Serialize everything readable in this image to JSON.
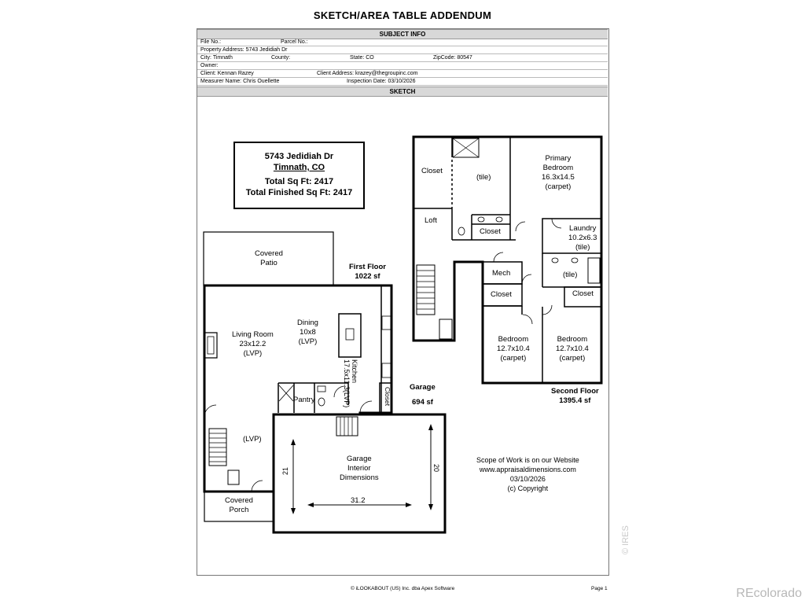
{
  "title": "SKETCH/AREA TABLE ADDENDUM",
  "subject_info": {
    "header": "SUBJECT INFO",
    "file_no_label": "File No.:",
    "parcel_no_label": "Parcel No.:",
    "property_address": "Property Address: 5743 Jedidiah Dr",
    "city": "City: Timnath",
    "county": "County:",
    "state": "State: CO",
    "zipcode": "ZipCode: 80547",
    "owner": "Owner:",
    "client": "Client: Kennan Razey",
    "client_address": "Client Address: krazey@thegroupinc.com",
    "measurer": "Measurer Name: Chris Ouellette",
    "inspection_date": "Inspection Date: 03/10/2026"
  },
  "sketch": {
    "header": "SKETCH",
    "address_box": {
      "line1": "5743 Jedidiah Dr",
      "line2": "Timnath, CO",
      "total": "Total Sq Ft: 2417",
      "finished": "Total Finished Sq Ft: 2417"
    },
    "first_floor": {
      "title": "First Floor",
      "area": "1022 sf",
      "covered_patio": [
        "Covered",
        "Patio"
      ],
      "living_room": [
        "Living Room",
        "23x12.2",
        "(LVP)"
      ],
      "dining": [
        "Dining",
        "10x8",
        "(LVP)"
      ],
      "kitchen": "Kitchen",
      "kitchen_dim": "17.5x11.3(LVP)",
      "pantry": "Pantry",
      "closet": "Closet",
      "lvp": "(LVP)",
      "covered_porch": [
        "Covered",
        "Porch"
      ]
    },
    "garage": {
      "title": "Garage",
      "area": "694 sf",
      "interior": [
        "Garage",
        "Interior",
        "Dimensions"
      ],
      "width": "31.2",
      "left_depth": "21",
      "right_depth": "20"
    },
    "second_floor": {
      "title": "Second Floor",
      "area": "1395.4 sf",
      "closet_tl": "Closet",
      "tile_bath": "(tile)",
      "primary_bedroom": [
        "Primary",
        "Bedroom",
        "16.3x14.5",
        "(carpet)"
      ],
      "loft": "Loft",
      "closet_bath": "Closet",
      "laundry": [
        "Laundry",
        "10.2x6.3",
        "(tile)"
      ],
      "mech": "Mech",
      "tile_bath2": "(tile)",
      "closet_b1": "Closet",
      "closet_b2": "Closet",
      "bedroom1": [
        "Bedroom",
        "12.7x10.4",
        "(carpet)"
      ],
      "bedroom2": [
        "Bedroom",
        "12.7x10.4",
        "(carpet)"
      ]
    },
    "scope": [
      "Scope of Work is on our Website",
      "www.appraisaldimensions.com",
      "03/10/2026",
      "(c) Copyright"
    ]
  },
  "footer": {
    "copyright": "© iLOOKABOUT (US) Inc. dba Apex Software",
    "page": "Page 1"
  },
  "watermark": "REcolorado",
  "ires": "© IRES"
}
